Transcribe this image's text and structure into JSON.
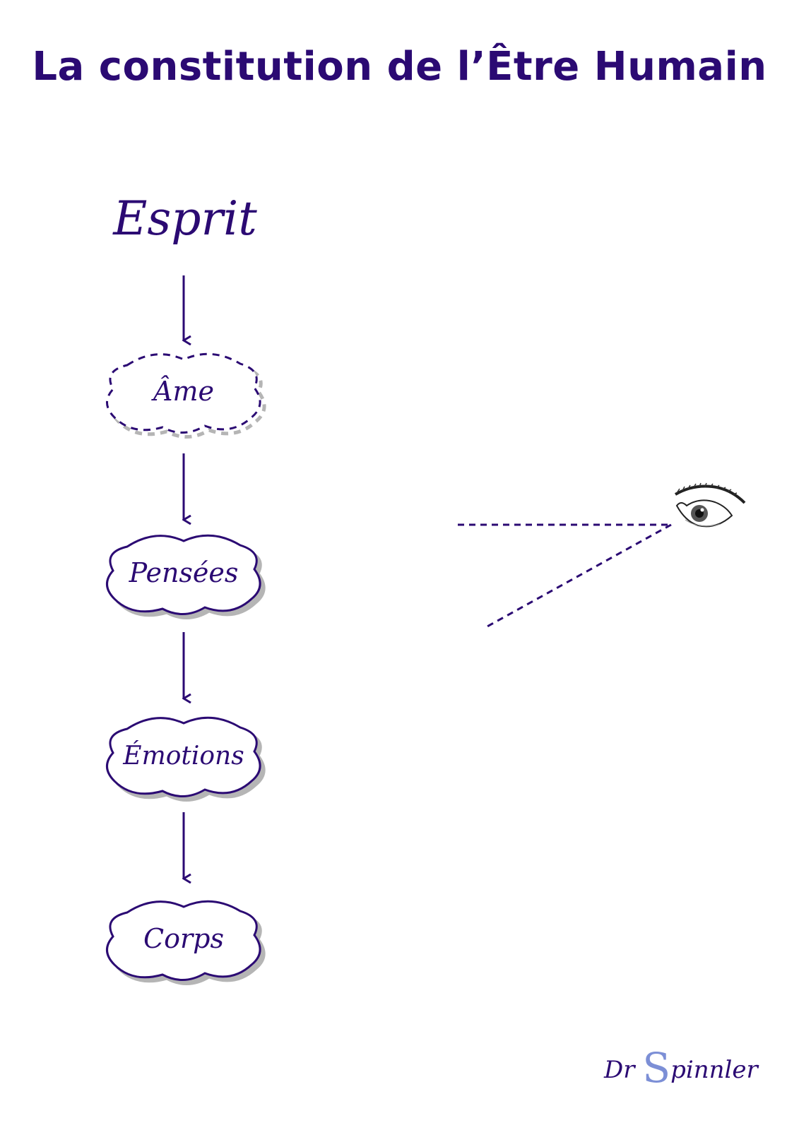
{
  "title": "La constitution de l’Être Humain",
  "diagram": {
    "top_label": "Esprit",
    "nodes": [
      {
        "label": "Âme",
        "border": "dashed"
      },
      {
        "label": "Pensées",
        "border": "solid"
      },
      {
        "label": "Émotions",
        "border": "solid"
      },
      {
        "label": "Corps",
        "border": "solid"
      }
    ],
    "observer": "eye-icon"
  },
  "signature": {
    "prefix": "Dr",
    "initial": "S",
    "rest": "pinnler"
  },
  "colors": {
    "primary": "#2b0a73",
    "shadow": "#b5b5b5",
    "accent": "#7c8fd6"
  }
}
